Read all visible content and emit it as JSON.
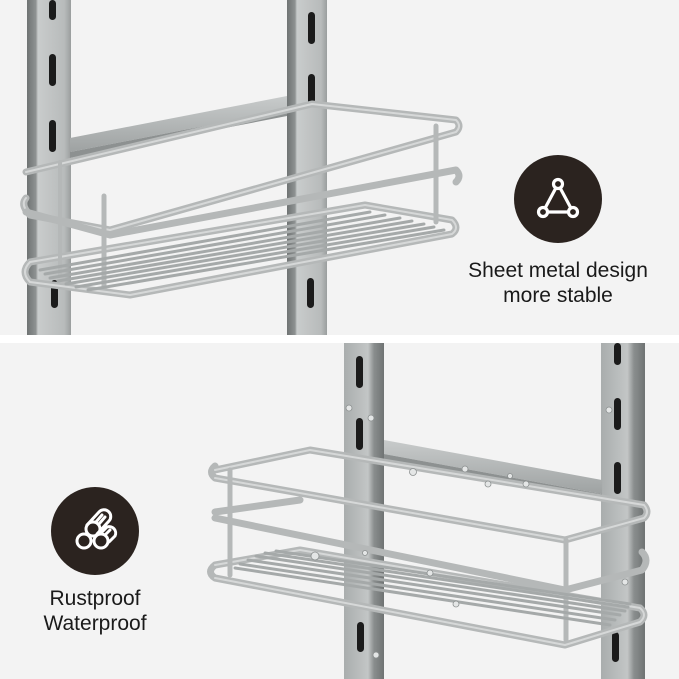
{
  "colors": {
    "background": "#f3f3f3",
    "divider": "#ffffff",
    "badge": "#2b231f",
    "badge_icon": "#ffffff",
    "text": "#1a1a1a",
    "metal_light": "#c9cccc",
    "metal_mid": "#a9adad",
    "metal_dark": "#6f7373",
    "slot": "#1b1b1b"
  },
  "features": [
    {
      "id": "sheet-metal",
      "icon": "triangle-nodes-icon",
      "lines": [
        "Sheet metal design",
        "more stable"
      ]
    },
    {
      "id": "rustproof",
      "icon": "pipes-bundle-icon",
      "lines": [
        "Rustproof",
        "Waterproof"
      ]
    }
  ]
}
